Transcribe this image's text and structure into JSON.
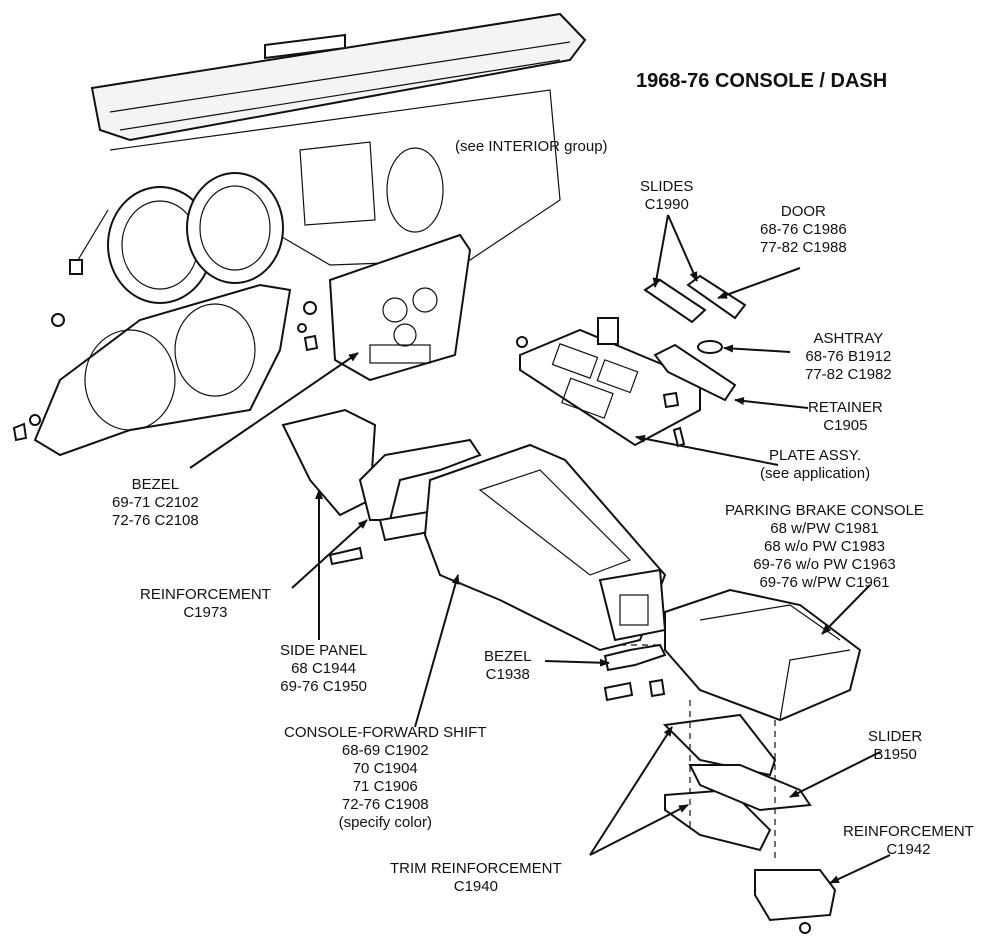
{
  "title": "1968-76 CONSOLE / DASH",
  "labels": {
    "interior_ref": "(see INTERIOR group)",
    "slides": [
      "SLIDES",
      "C1990"
    ],
    "door": [
      "DOOR",
      "68-76   C1986",
      "77-82   C1988"
    ],
    "ashtray": [
      "ASHTRAY",
      "68-76   B1912",
      "77-82   C1982"
    ],
    "retainer": [
      "RETAINER",
      "C1905"
    ],
    "plate": [
      "PLATE ASSY.",
      "(see application)"
    ],
    "parking": [
      "PARKING BRAKE CONSOLE",
      "68 w/PW   C1981",
      "68 w/o PW   C1983",
      "69-76 w/o PW   C1963",
      "69-76  w/PW   C1961"
    ],
    "bezel_dash": [
      "BEZEL",
      "69-71   C2102",
      "72-76   C2108"
    ],
    "reinforcement_1973": [
      "REINFORCEMENT",
      "C1973"
    ],
    "side_panel": [
      "SIDE PANEL",
      "68   C1944",
      "69-76   C1950"
    ],
    "bezel_1938": [
      "BEZEL",
      "C1938"
    ],
    "console_fwd": [
      "CONSOLE-FORWARD SHIFT",
      "68-69   C1902",
      "70   C1904",
      "71   C1906",
      "72-76   C1908",
      "(specify color)"
    ],
    "slider": [
      "SLIDER",
      "B1950"
    ],
    "reinforcement_1942": [
      "REINFORCEMENT",
      "C1942"
    ],
    "trim": [
      "TRIM REINFORCEMENT",
      "C1940"
    ]
  }
}
